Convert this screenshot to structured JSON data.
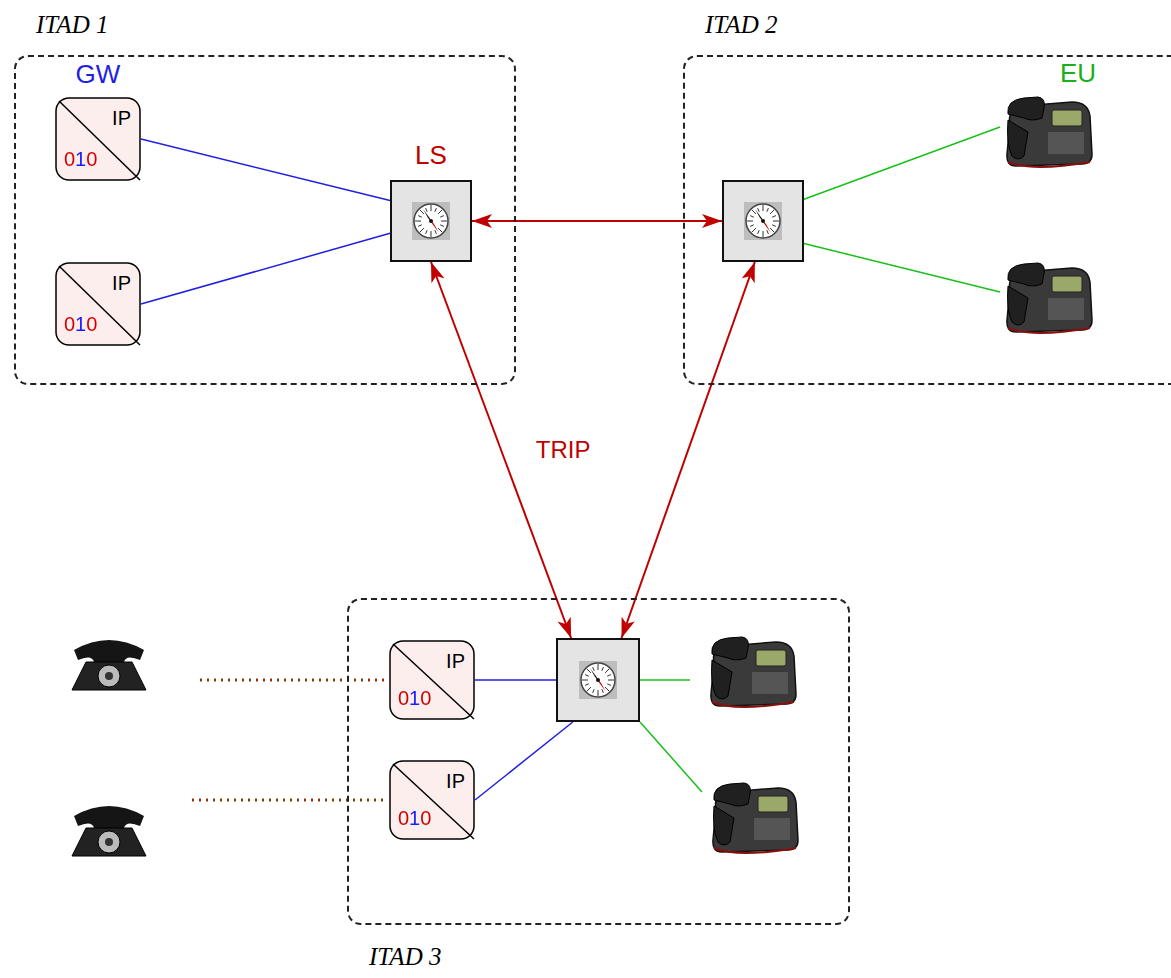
{
  "diagram": {
    "nodes": [
      {
        "text": [
          "ITAD 1"
        ]
      },
      {
        "text": [
          "GW",
          "IP",
          "010"
        ],
        "in": 0
      },
      {
        "text": [
          "IP",
          "010"
        ],
        "in": 0
      },
      {
        "text": [
          "LS"
        ],
        "in": 0
      },
      {
        "text": [
          "ITAD 2"
        ]
      },
      {
        "text": [],
        "in": 4
      },
      {
        "text": [
          "ITAD 3"
        ]
      },
      {
        "text": [
          "IP",
          "010"
        ],
        "in": 6
      },
      {
        "text": [
          "IP",
          "010"
        ],
        "in": 6
      },
      {
        "text": [],
        "in": 6
      }
    ],
    "edges": [
      {
        "from": 1,
        "to": 3,
        "arrow": "none"
      },
      {
        "from": 2,
        "to": 3,
        "arrow": "none"
      },
      {
        "from": 3,
        "to": 5,
        "arrow": "both"
      },
      {
        "from": 3,
        "to": 9,
        "label": "TRIP",
        "arrow": "both"
      },
      {
        "from": 5,
        "to": 9,
        "arrow": "both"
      },
      {
        "from": 7,
        "to": 9,
        "arrow": "none"
      },
      {
        "from": 8,
        "to": 9,
        "arrow": "none"
      }
    ],
    "labels": [
      "EU"
    ]
  }
}
